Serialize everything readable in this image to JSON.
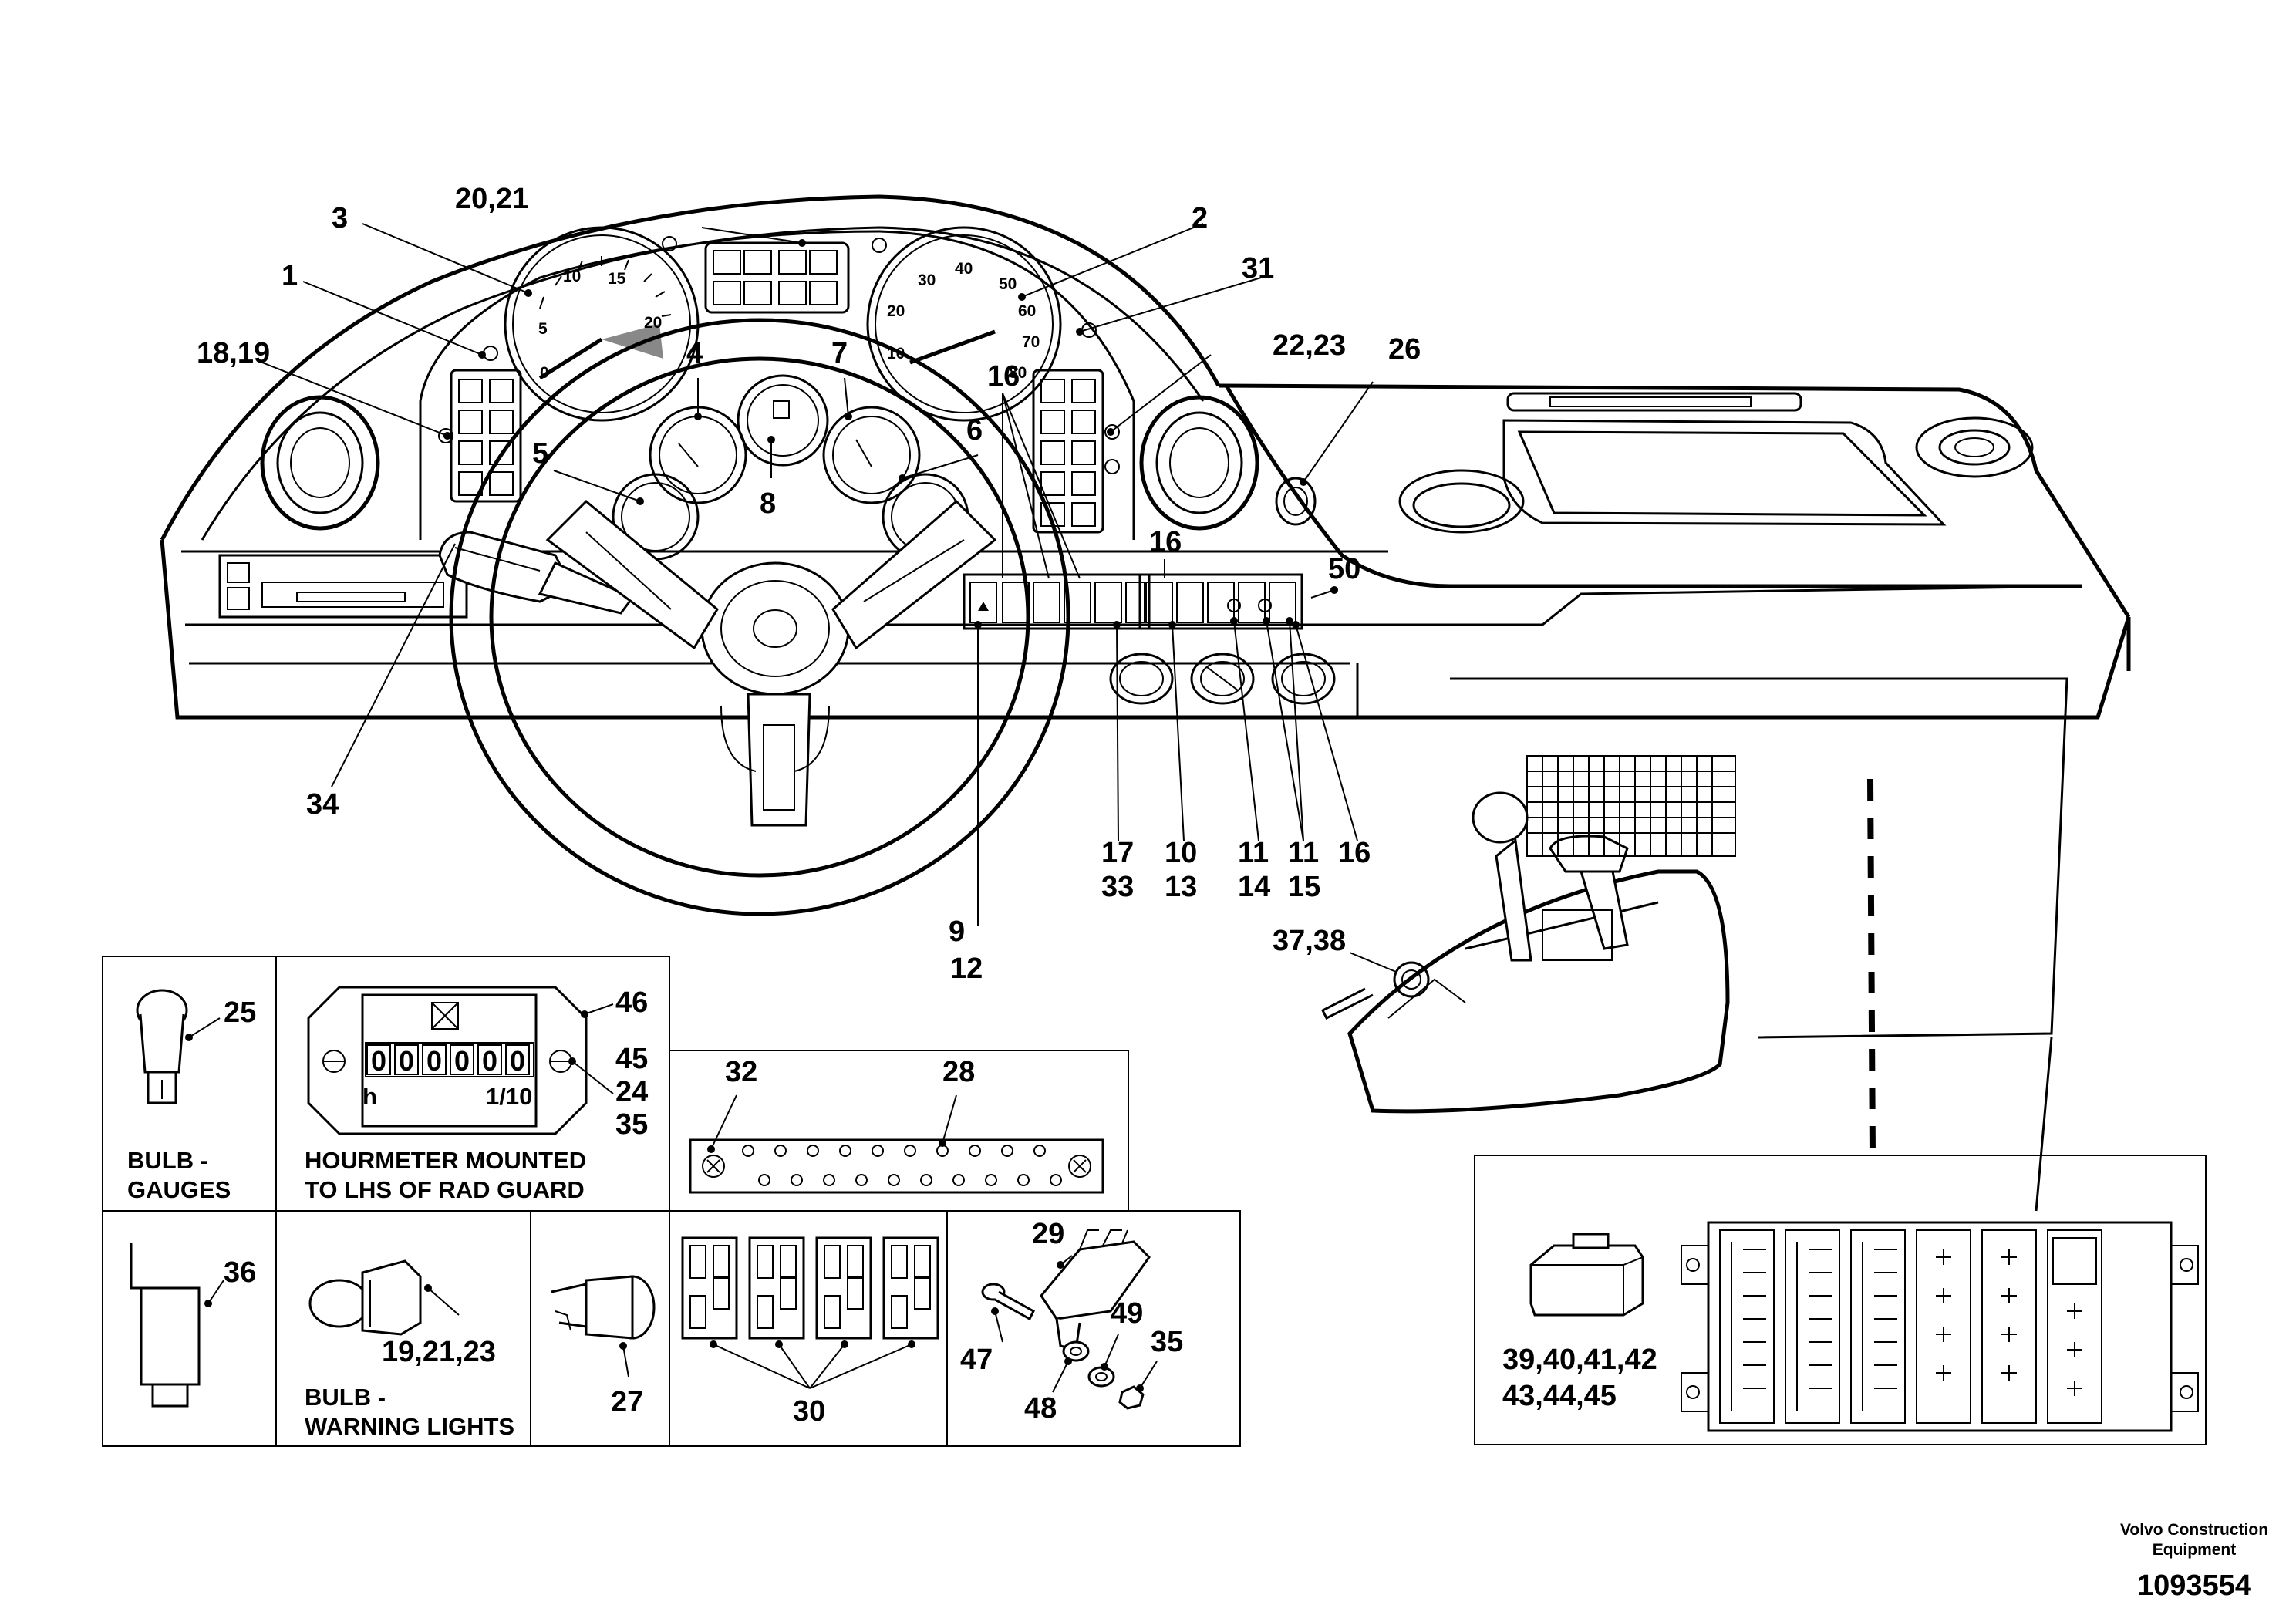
{
  "callouts": {
    "c1": "1",
    "c2": "2",
    "c3": "3",
    "c4": "4",
    "c5": "5",
    "c6": "6",
    "c7": "7",
    "c8": "8",
    "c9": "9",
    "c12": "12",
    "c10": "10",
    "c13": "13",
    "c11a": "11",
    "c14": "14",
    "c11b": "11",
    "c15": "15",
    "c16a": "16",
    "c16b": "16",
    "c16c": "16",
    "c17": "17",
    "c33": "33",
    "c18_19": "18,19",
    "c20_21": "20,21",
    "c22_23": "22,23",
    "c26": "26",
    "c31": "31",
    "c34": "34",
    "c37_38": "37,38",
    "c50": "50"
  },
  "gauges": {
    "tacho_ticks": [
      "0",
      "5",
      "10",
      "15",
      "20"
    ],
    "speedo_ticks": [
      "10",
      "20",
      "30",
      "40",
      "50",
      "60",
      "70",
      "80"
    ]
  },
  "insets": {
    "bulb_gauges": {
      "callout": "25",
      "caption_line1": "BULB -",
      "caption_line2": "GAUGES"
    },
    "hourmeter": {
      "digits": [
        "0",
        "0",
        "0",
        "0",
        "0",
        "0"
      ],
      "unit": "h",
      "scale": "1/10",
      "callouts": [
        "46",
        "45",
        "24",
        "35"
      ],
      "caption_line1": "HOURMETER MOUNTED",
      "caption_line2": "TO LHS OF RAD GUARD"
    },
    "terminal_strip": {
      "callout_left": "32",
      "callout_right": "28"
    },
    "relay": {
      "callout": "36"
    },
    "bulb_warning": {
      "callout": "19,21,23",
      "caption_line1": "BULB -",
      "caption_line2": "WARNING LIGHTS"
    },
    "connector": {
      "callout": "27"
    },
    "switch_housings": {
      "callout": "30"
    },
    "switch_bracket": {
      "callouts": [
        "29",
        "47",
        "49",
        "35",
        "48"
      ]
    },
    "fuse_box": {
      "callout_line1": "39,40,41,42",
      "callout_line2": "43,44,45"
    }
  },
  "footer": {
    "company_line1": "Volvo Construction",
    "company_line2": "Equipment",
    "drawing_number": "1093554"
  }
}
